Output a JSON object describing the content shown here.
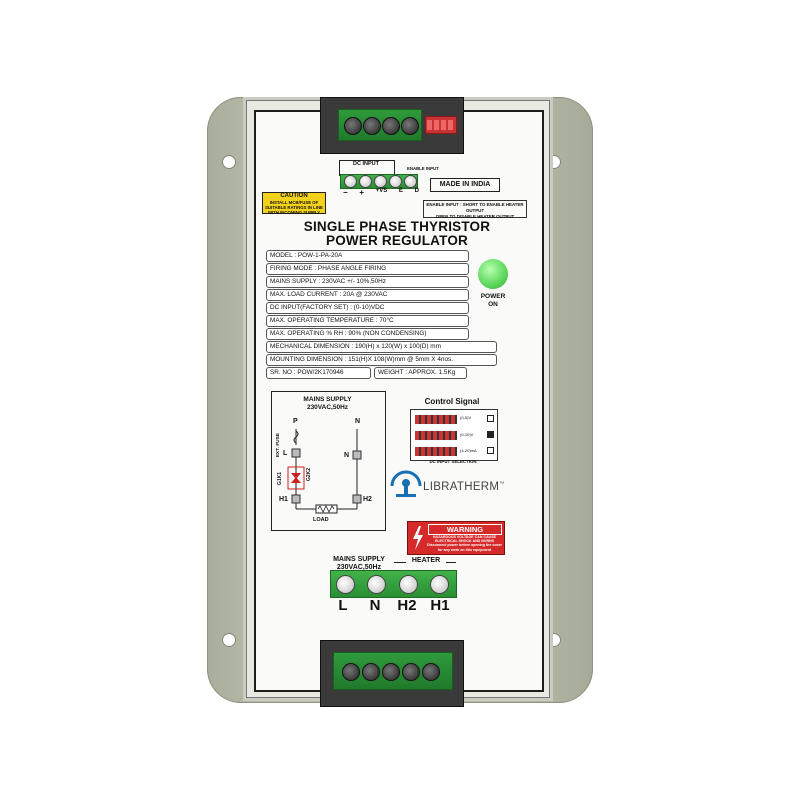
{
  "enclosure": {
    "dc_input_label": "DC INPUT",
    "enable_input_label": "ENABLE INPUT",
    "terminal_signs": [
      "−",
      "+",
      "+VS",
      "E",
      "D"
    ],
    "made_in": "MADE IN INDIA",
    "enable_note_1": "ENABLE INPUT : SHORT TO ENABLE HEATER OUTPUT",
    "enable_note_2": "OPEN TO DISABLE HEATER OUTPUT",
    "caution_title": "CAUTION",
    "caution_text": "INSTALL MCB/FUSE OF SUITABLE RATINGS IN LINE WITH INCOMING SUPPLY",
    "title_1": "SINGLE  PHASE THYRISTOR",
    "title_2": "POWER REGULATOR",
    "specs": [
      "MODEL : POW-1-PA-20A",
      "FIRING  MODE : PHASE ANGLE FIRING",
      "MAINS SUPPLY : 230VAC +/- 10%,50Hz",
      "MAX. LOAD CURRENT : 20A @ 230VAC",
      "DC INPUT(FACTORY SET) : (0-10)VDC",
      "MAX. OPERATING TEMPERATURE : 70°C",
      "MAX. OPERATING % RH : 90% (NON CONDENSING)",
      "MECHANICAL DIMENSION : 190(H) x 120(W) x 100(D) mm",
      "MOUNTING DIMENSION : 151(H)X 108(W)mm @ 5mm X 4nos."
    ],
    "serial": "SR. NO : POW/2K170946",
    "weight": "WEIGHT : APPROX. 1.5Kg",
    "power_on_1": "POWER",
    "power_on_2": "ON",
    "diagram": {
      "title_1": "MAINS  SUPPLY",
      "title_2": "230VAC,50Hz",
      "p": "P",
      "n_top": "N",
      "fuse": "EXT. FUSE",
      "l": "L",
      "n": "N",
      "g1k1": "G1K1",
      "g2k2": "G2K2",
      "h1": "H1",
      "h2": "H2",
      "load": "LOAD"
    },
    "control_signal": {
      "title": "Control Signal",
      "opt1": "(0-5)V",
      "opt2": "(0-10)V",
      "opt3": "(4-20)mA",
      "footer": "DC INPUT SELECTION"
    },
    "brand": "LIBRATHERM",
    "brand_tm": "™",
    "warning_title": "WARNING",
    "warning_text": "HAZARDOUS VOLTAGE CAN CAUSE ELECTRICAL SHOCK AND BURNS Disconnect power before opening the cover for any work on this equipment",
    "mains_label_1": "MAINS SUPPLY",
    "mains_label_2": "230VAC,50Hz",
    "heater_label": "HEATER",
    "bottom_terms": [
      "L",
      "N",
      "H2",
      "H1"
    ]
  },
  "colors": {
    "plate": "#b6baa7",
    "terminal_green": "#2a8e34",
    "caution_yellow": "#f2d21b",
    "warning_red": "#d62a2a",
    "led_green": "#5bd65a",
    "brand_blue": "#1a6fb3"
  }
}
